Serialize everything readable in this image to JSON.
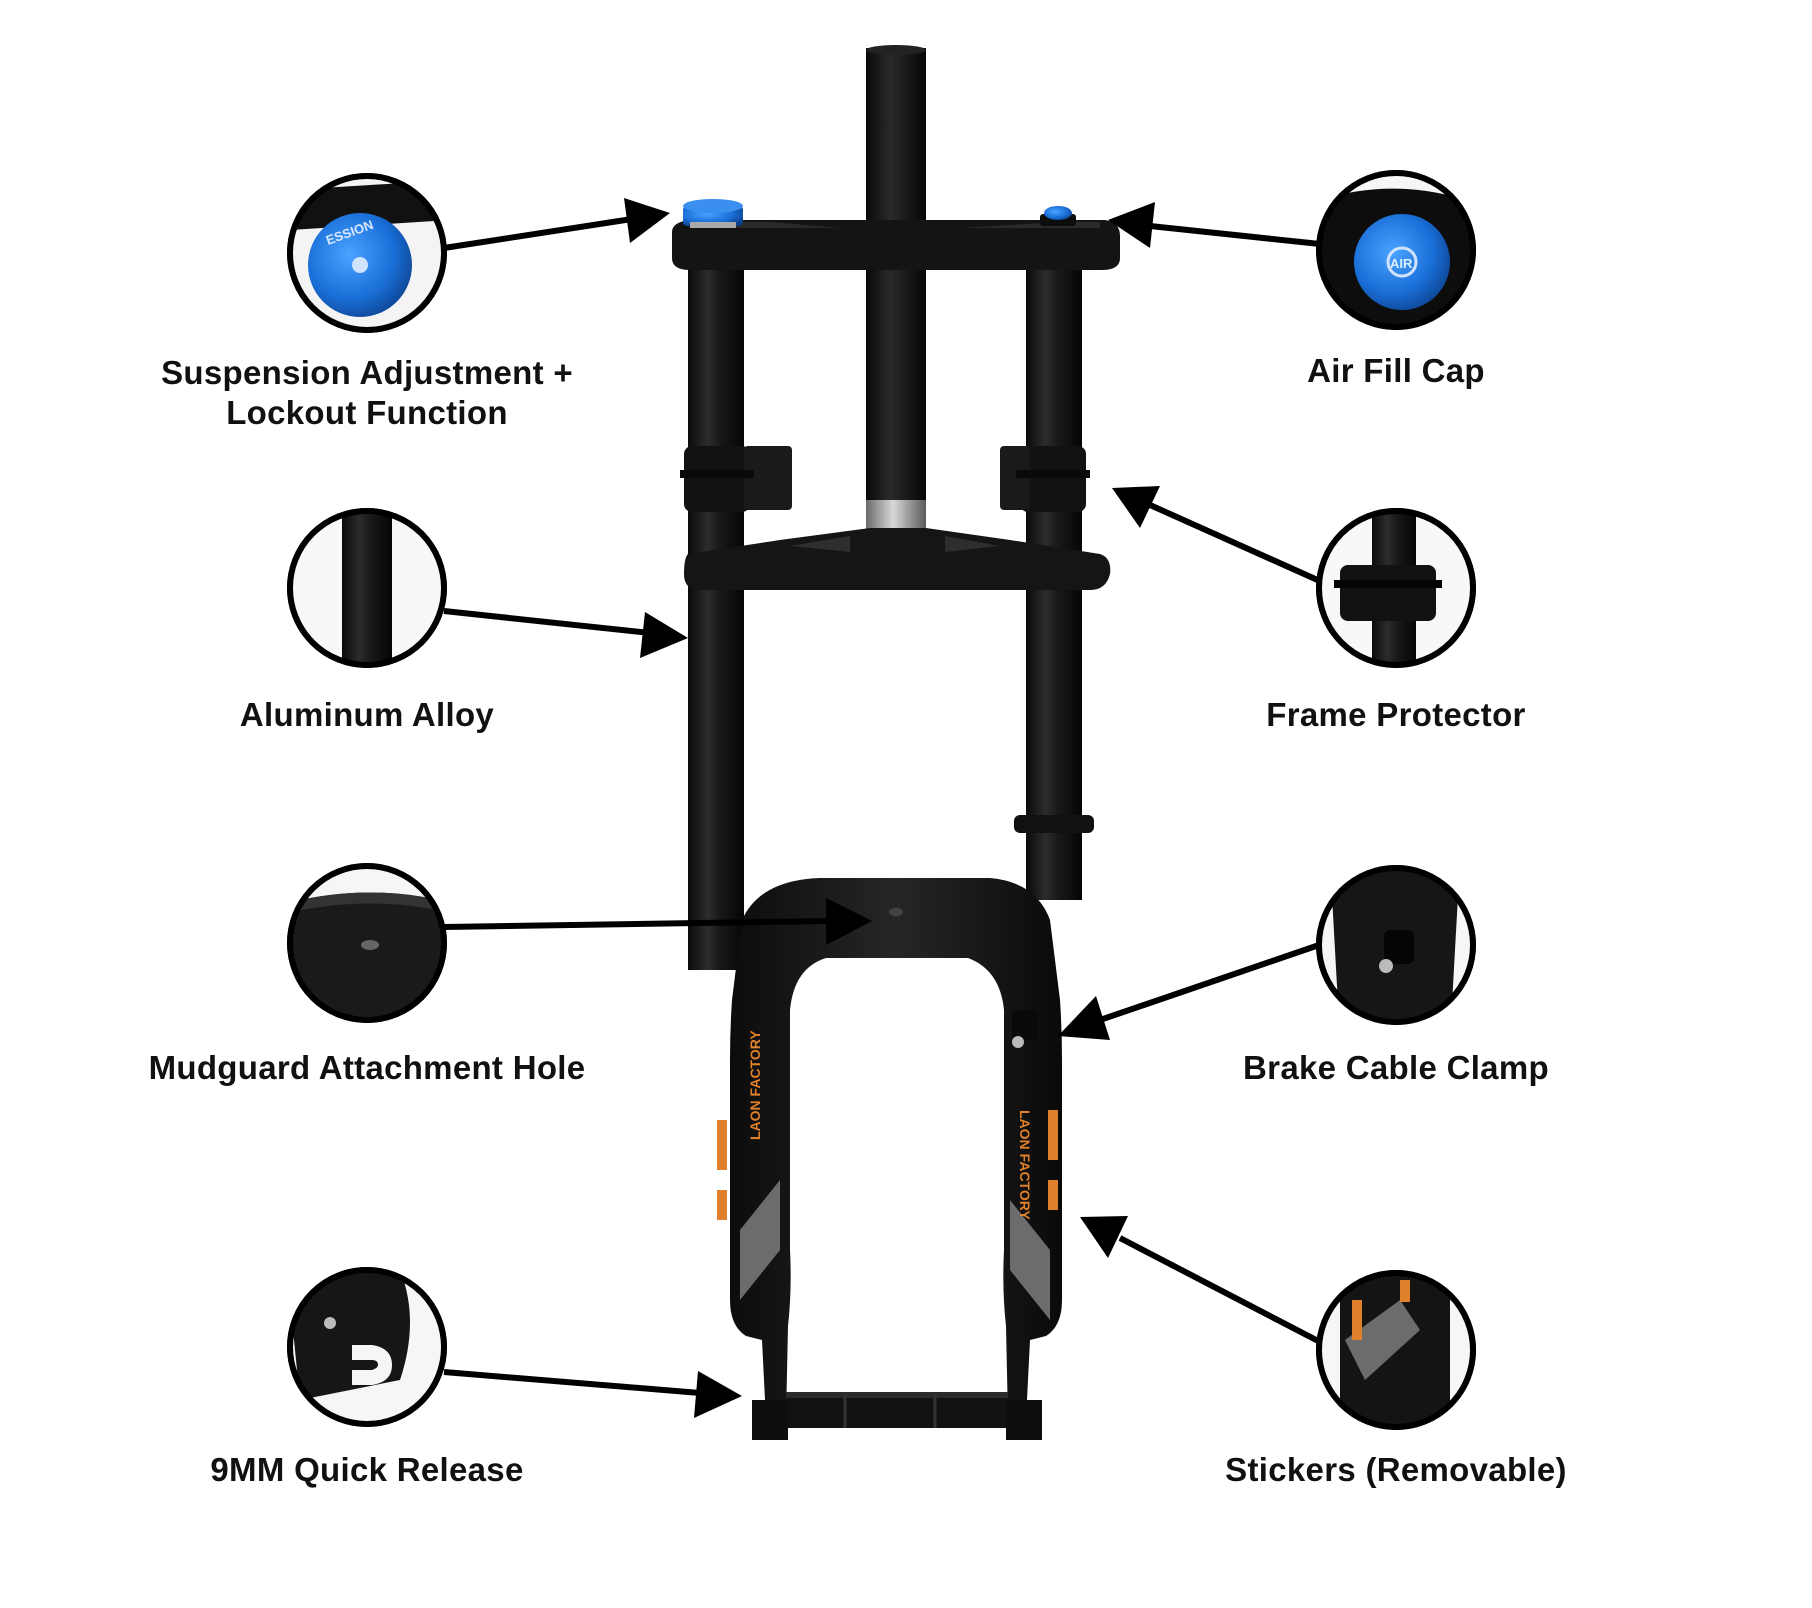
{
  "callouts": [
    {
      "id": "suspension",
      "lines": [
        "Suspension Adjustment +",
        "Lockout Function"
      ],
      "detail_icon": "blue-adjuster-knob-icon"
    },
    {
      "id": "aluminum",
      "lines": [
        "Aluminum Alloy"
      ],
      "detail_icon": "stanchion-tube-icon"
    },
    {
      "id": "mudguard",
      "lines": [
        "Mudguard Attachment Hole"
      ],
      "detail_icon": "mudguard-hole-icon"
    },
    {
      "id": "quick-release",
      "lines": [
        "9MM Quick Release"
      ],
      "detail_icon": "dropout-icon"
    },
    {
      "id": "air-fill",
      "lines": [
        "Air Fill Cap"
      ],
      "detail_icon": "air-cap-icon"
    },
    {
      "id": "frame-protector",
      "lines": [
        "Frame Protector"
      ],
      "detail_icon": "frame-protector-icon"
    },
    {
      "id": "brake-clamp",
      "lines": [
        "Brake Cable Clamp"
      ],
      "detail_icon": "cable-clamp-icon"
    },
    {
      "id": "stickers",
      "lines": [
        "Stickers (Removable)"
      ],
      "detail_icon": "sticker-icon"
    }
  ],
  "fork": {
    "decal_text": "LAON FACTORY",
    "adjuster_text": "ESSION",
    "air_cap_text": "AIR",
    "colors": {
      "fork_black": "#151515",
      "anodized_blue": "#1a6fd8",
      "decal_orange": "#e0802a",
      "decal_grey": "#6c6c6c"
    }
  }
}
